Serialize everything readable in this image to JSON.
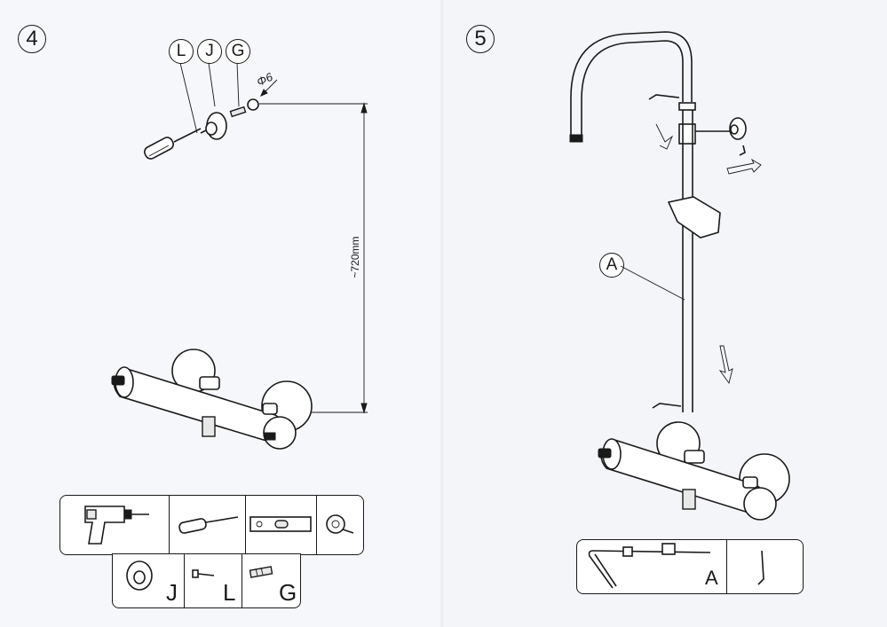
{
  "step4": {
    "number": "4",
    "callouts": [
      "L",
      "J",
      "G"
    ],
    "drill_size": "Φ6",
    "height_dimension": "~720mm",
    "tools": [
      {
        "icon": "drill-icon"
      },
      {
        "icon": "screwdriver-icon"
      },
      {
        "icon": "spirit-level-icon"
      },
      {
        "icon": "tape-measure-icon"
      }
    ],
    "parts": [
      {
        "icon": "wall-bracket-icon",
        "letter": "J"
      },
      {
        "icon": "screw-icon",
        "letter": "L"
      },
      {
        "icon": "wall-plug-icon",
        "letter": "G"
      }
    ]
  },
  "step5": {
    "number": "5",
    "callout": "A",
    "parts": [
      {
        "icon": "shower-rail-icon",
        "letter": "A"
      },
      {
        "icon": "hex-key-icon",
        "letter": ""
      }
    ]
  }
}
